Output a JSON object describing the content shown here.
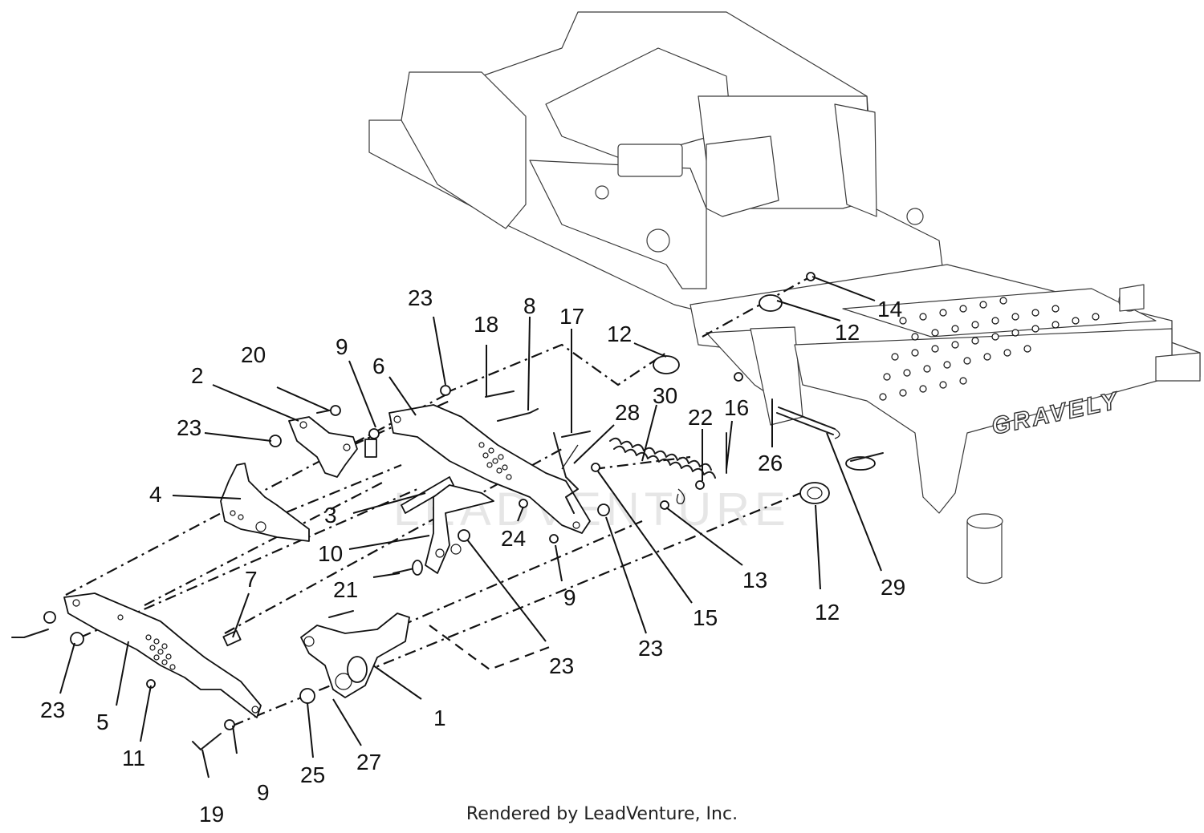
{
  "diagram": {
    "brand_label": "GRAVELY",
    "watermark": "LEADVENTURE",
    "callouts": [
      {
        "id": "c1",
        "text": "1"
      },
      {
        "id": "c2",
        "text": "2"
      },
      {
        "id": "c3",
        "text": "3"
      },
      {
        "id": "c4",
        "text": "4"
      },
      {
        "id": "c5",
        "text": "5"
      },
      {
        "id": "c6",
        "text": "6"
      },
      {
        "id": "c7",
        "text": "7"
      },
      {
        "id": "c8",
        "text": "8"
      },
      {
        "id": "c9a",
        "text": "9"
      },
      {
        "id": "c9b",
        "text": "9"
      },
      {
        "id": "c9c",
        "text": "9"
      },
      {
        "id": "c10",
        "text": "10"
      },
      {
        "id": "c11",
        "text": "11"
      },
      {
        "id": "c12a",
        "text": "12"
      },
      {
        "id": "c12b",
        "text": "12"
      },
      {
        "id": "c12c",
        "text": "12"
      },
      {
        "id": "c13",
        "text": "13"
      },
      {
        "id": "c14",
        "text": "14"
      },
      {
        "id": "c15",
        "text": "15"
      },
      {
        "id": "c16",
        "text": "16"
      },
      {
        "id": "c17",
        "text": "17"
      },
      {
        "id": "c18",
        "text": "18"
      },
      {
        "id": "c19",
        "text": "19"
      },
      {
        "id": "c20",
        "text": "20"
      },
      {
        "id": "c21",
        "text": "21"
      },
      {
        "id": "c22",
        "text": "22"
      },
      {
        "id": "c23a",
        "text": "23"
      },
      {
        "id": "c23b",
        "text": "23"
      },
      {
        "id": "c23c",
        "text": "23"
      },
      {
        "id": "c23d",
        "text": "23"
      },
      {
        "id": "c23e",
        "text": "23"
      },
      {
        "id": "c24",
        "text": "24"
      },
      {
        "id": "c25",
        "text": "25"
      },
      {
        "id": "c26",
        "text": "26"
      },
      {
        "id": "c27",
        "text": "27"
      },
      {
        "id": "c28",
        "text": "28"
      },
      {
        "id": "c29",
        "text": "29"
      },
      {
        "id": "c30",
        "text": "30"
      }
    ]
  },
  "footer": {
    "text": "Rendered by LeadVenture, Inc."
  }
}
